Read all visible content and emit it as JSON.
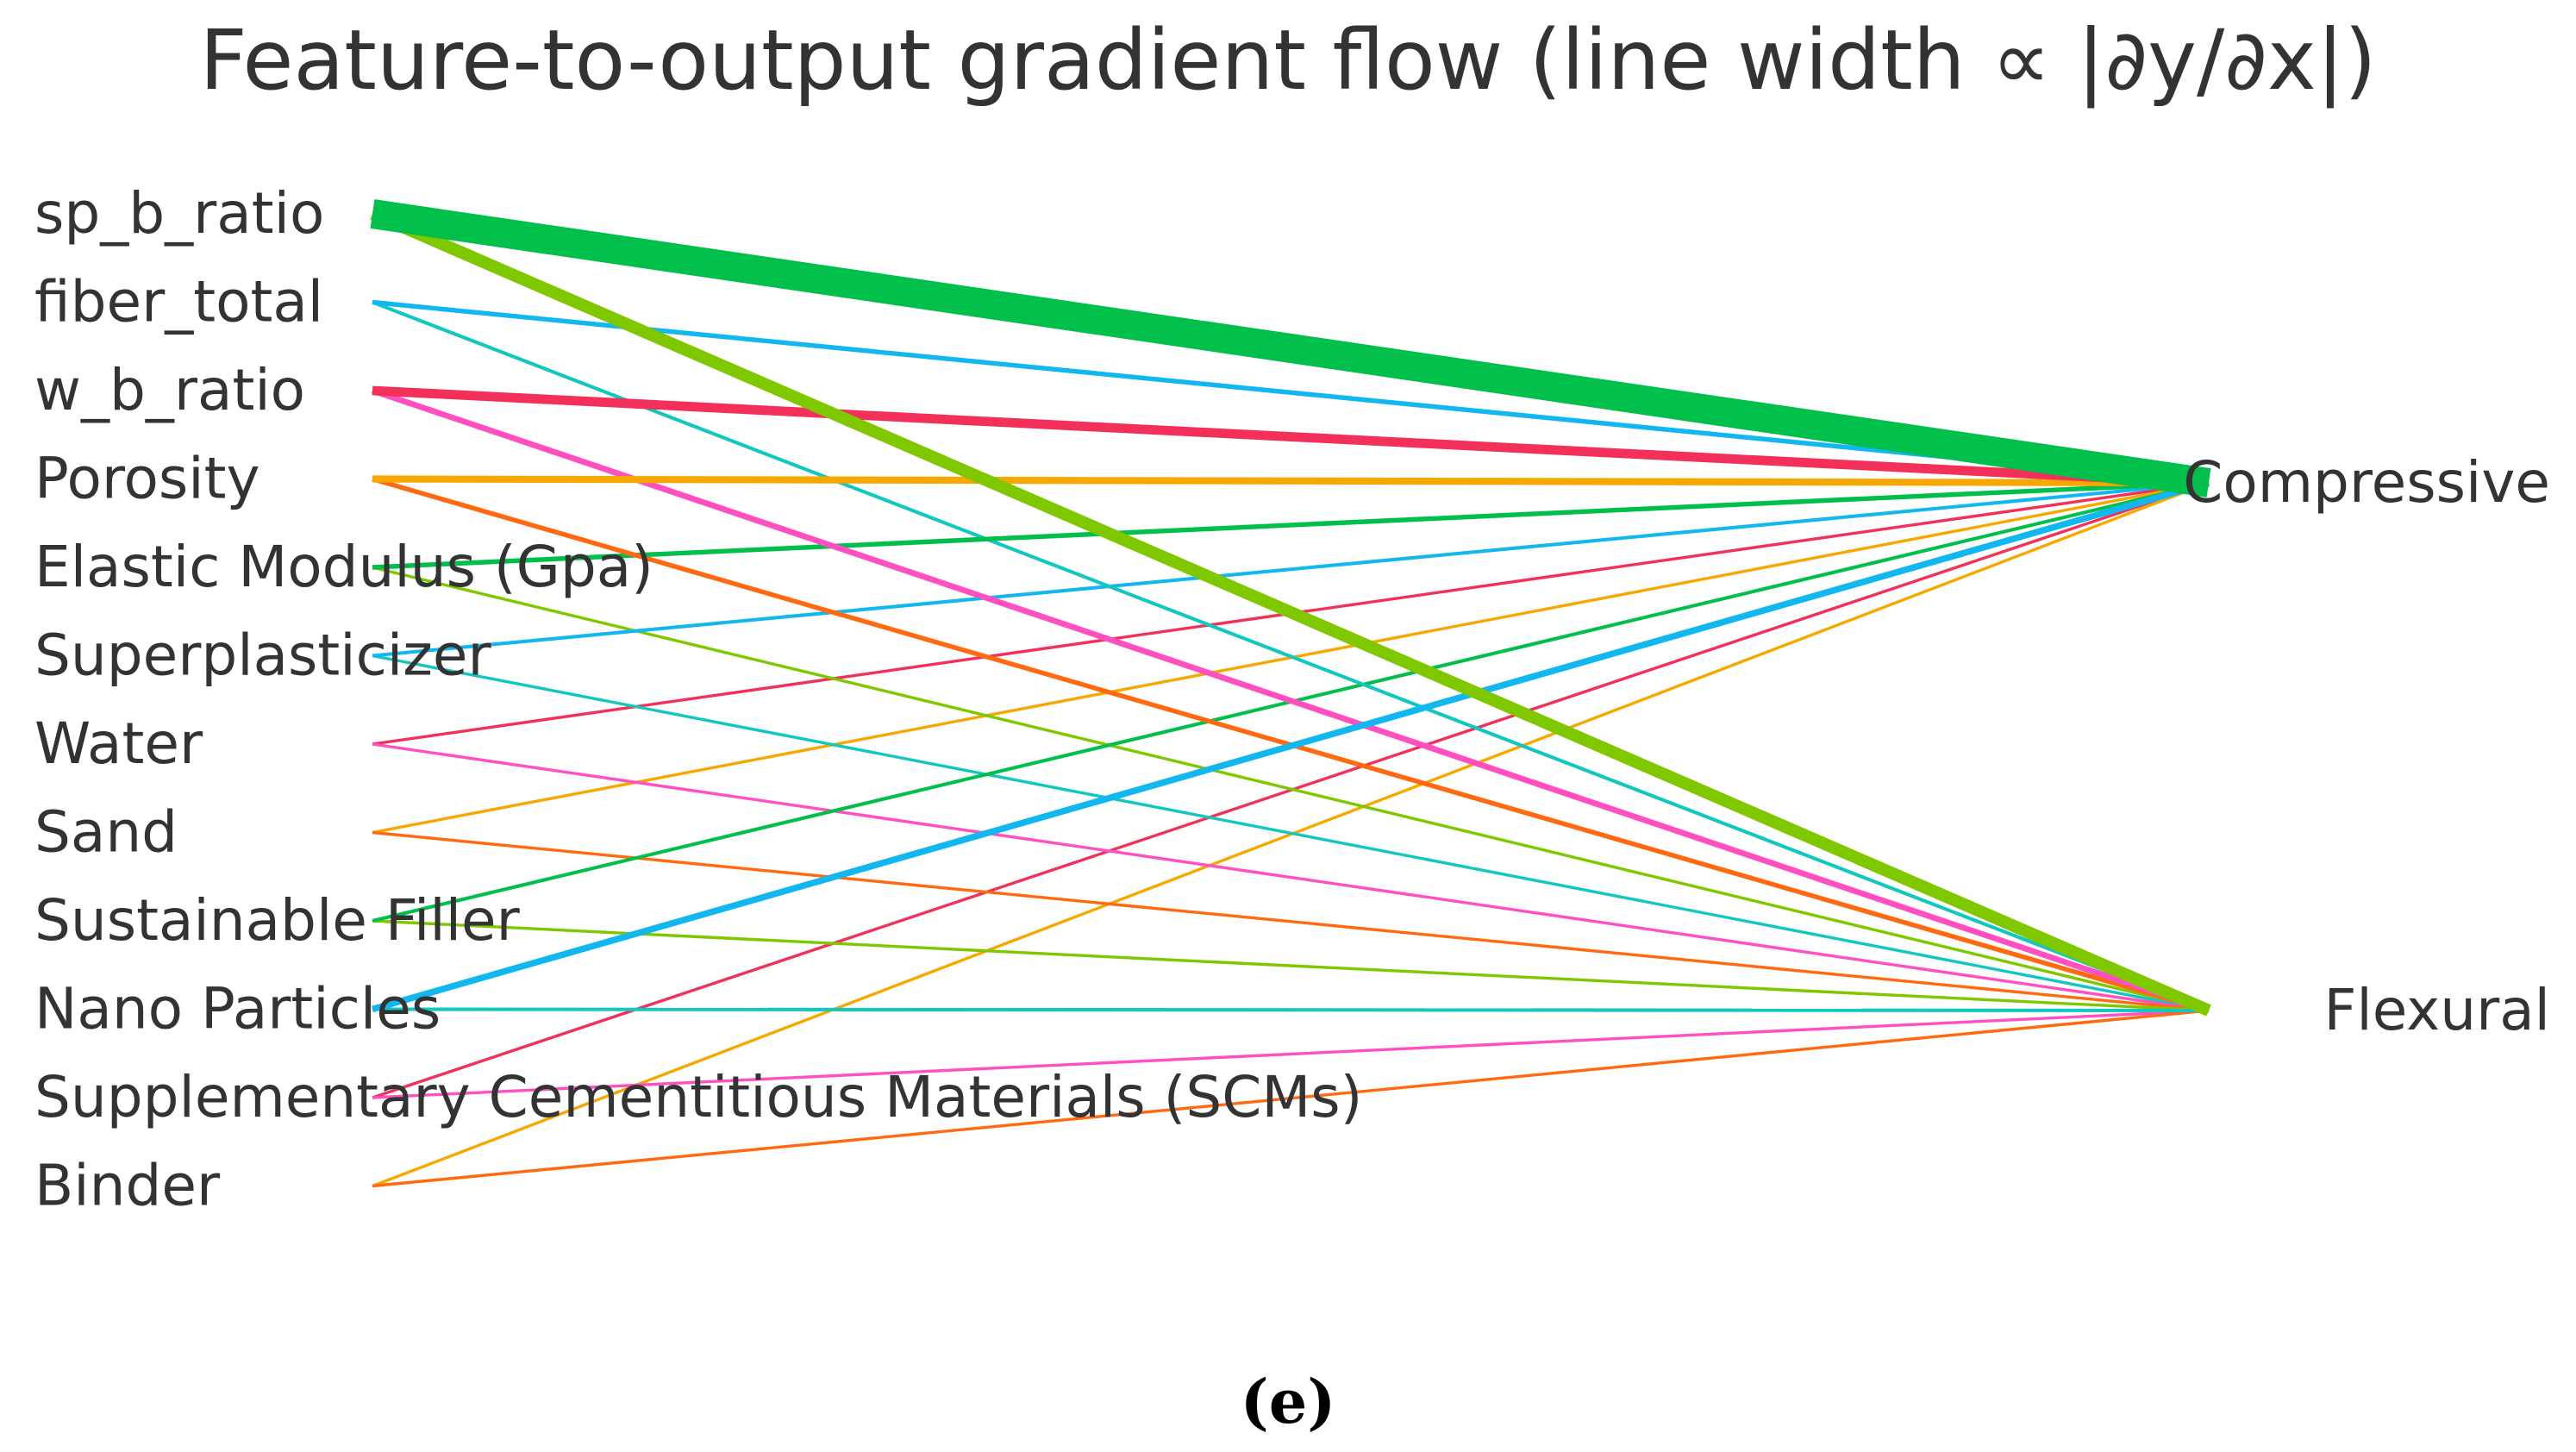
{
  "chart_data": {
    "type": "gradient-flow",
    "title": "Feature-to-output gradient flow (line width ∝ |∂y/∂x|)",
    "panel_label": "(e)",
    "features": [
      "sp_b_ratio",
      "fiber_total",
      "w_b_ratio",
      "Porosity",
      "Elastic Modulus (Gpa)",
      "Superplasticizer",
      "Water",
      "Sand",
      "Sustainable Filler",
      "Nano Particles",
      "Supplementary Cementitious Materials (SCMs)",
      "Binder"
    ],
    "outputs": [
      "Compressive",
      "Flexural"
    ],
    "feature_colors": [
      "#00c04b",
      "#12b7f0",
      "#f2305a",
      "#f7a800",
      "#00c04b",
      "#12b7f0",
      "#f2305a",
      "#f7a800",
      "#00c04b",
      "#12b7f0",
      "#f2305a",
      "#f7a800"
    ],
    "flexural_colors": [
      "#7fc800",
      "#12c7c0",
      "#ff4fc0",
      "#ff6a10",
      "#7fc800",
      "#12c7c0",
      "#ff4fc0",
      "#ff6a10",
      "#7fc800",
      "#12c7c0",
      "#ff4fc0",
      "#ff6a10"
    ],
    "gradients": {
      "Compressive": [
        1.0,
        0.16,
        0.32,
        0.24,
        0.16,
        0.12,
        0.1,
        0.1,
        0.12,
        0.22,
        0.1,
        0.1
      ],
      "Flexural": [
        0.42,
        0.12,
        0.2,
        0.16,
        0.1,
        0.1,
        0.1,
        0.1,
        0.1,
        0.12,
        0.1,
        0.1
      ]
    }
  }
}
